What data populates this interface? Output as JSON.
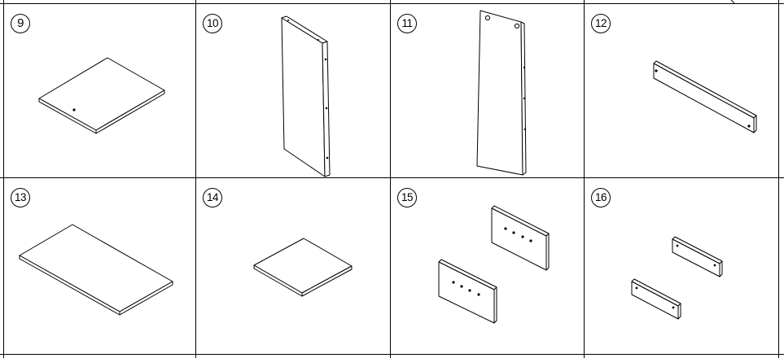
{
  "cells": [
    {
      "number": "9",
      "part": "bottom-panel"
    },
    {
      "number": "10",
      "part": "side-panel-left"
    },
    {
      "number": "11",
      "part": "side-panel-right"
    },
    {
      "number": "12",
      "part": "rail"
    },
    {
      "number": "13",
      "part": "top-panel"
    },
    {
      "number": "14",
      "part": "shelf"
    },
    {
      "number": "15",
      "part": "drawer-fronts"
    },
    {
      "number": "16",
      "part": "short-rails"
    }
  ],
  "colors": {
    "line": "#000000",
    "background": "#ffffff"
  }
}
